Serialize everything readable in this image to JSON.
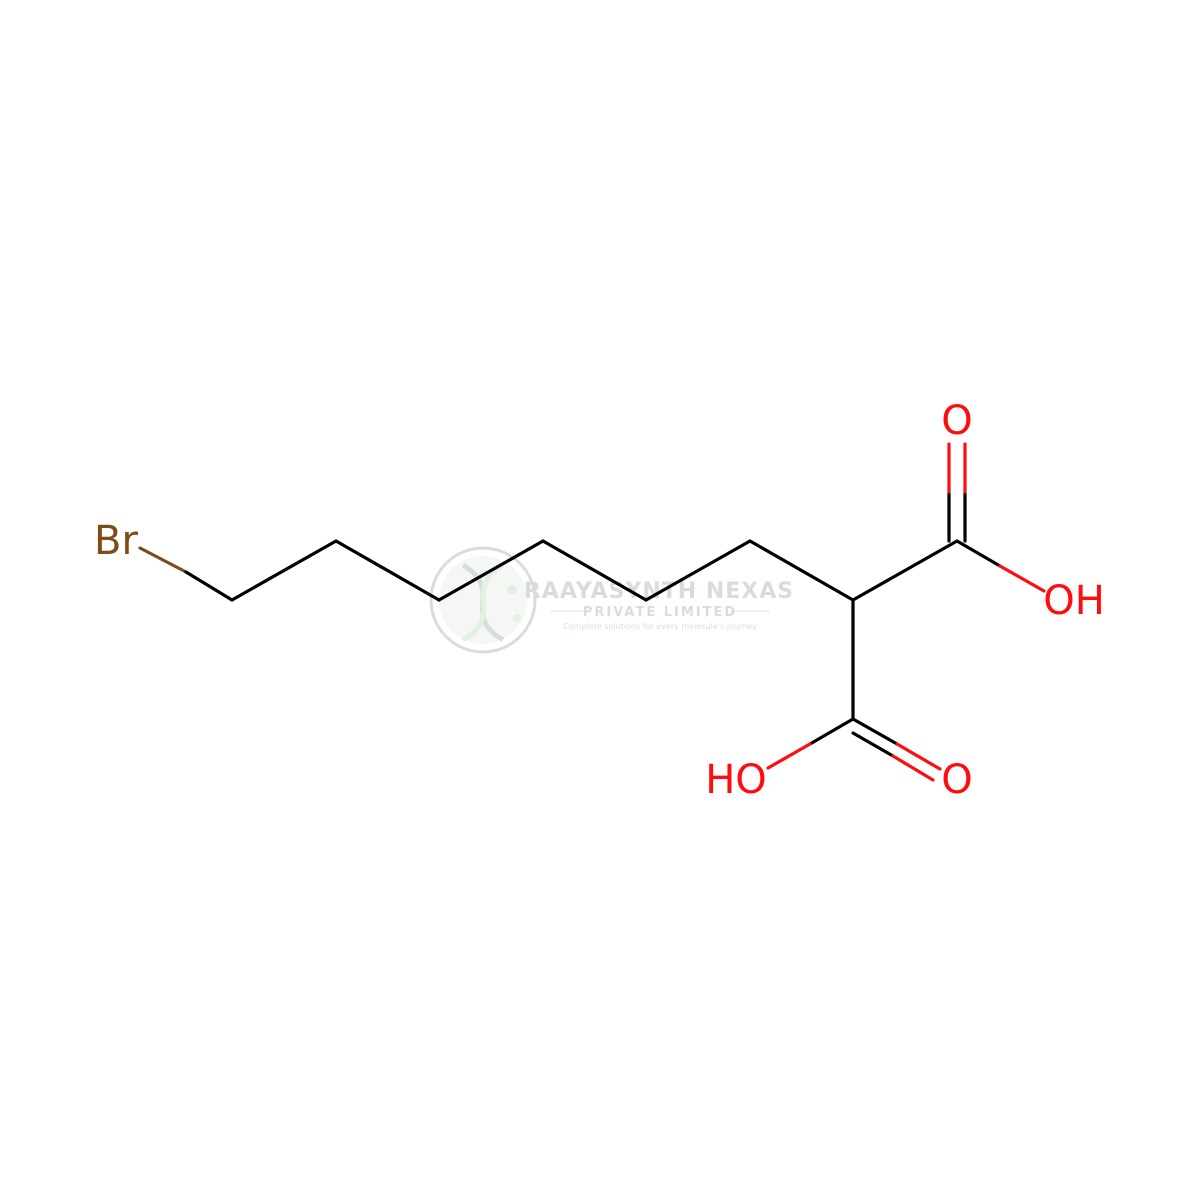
{
  "molecule": {
    "atoms": {
      "br": {
        "label": "Br",
        "color": "#7f4c19"
      },
      "o1": {
        "label": "O",
        "color": "#ff0d0d"
      },
      "oh1": {
        "label": "OH",
        "color": "#ff0d0d"
      },
      "o2": {
        "label": "O",
        "color": "#ff0d0d"
      },
      "oh2": {
        "label": "HO",
        "color": "#ff0d0d"
      }
    },
    "bond_color": "#000000"
  },
  "watermark": {
    "title": "RAAYASYNTH NEXAS",
    "subtitle": "PRIVATE LIMITED",
    "tagline": "Complete solutions for every molecule's journey",
    "color": "#b8c4bb"
  }
}
